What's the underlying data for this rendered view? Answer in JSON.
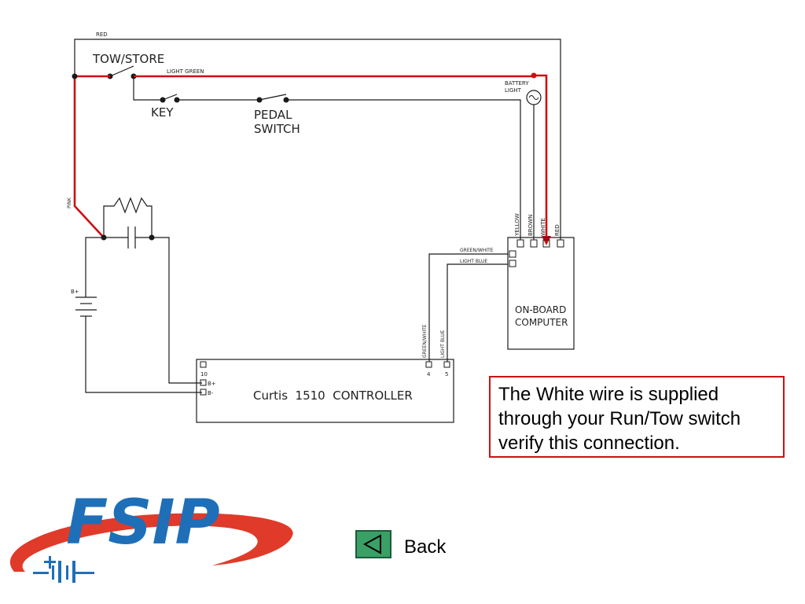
{
  "diagram": {
    "wire_labels": {
      "red_top": "RED",
      "light_green": "LIGHT GREEN",
      "pink": "PINK",
      "green_white_h": "GREEN/WHITE",
      "light_blue_h": "LIGHT BLUE",
      "green_white_v": "GREEN/WHITE",
      "light_blue_v": "LIGHT BLUE",
      "yellow": "YELLOW",
      "brown": "BROWN",
      "white": "WHITE",
      "red": "RED"
    },
    "components": {
      "tow_store": "TOW/STORE",
      "key": "KEY",
      "pedal_line1": "PEDAL",
      "pedal_line2": "SWITCH",
      "battery_light_line1": "BATTERY",
      "battery_light_line2": "LIGHT",
      "battery_plus": "B+",
      "obc_line1": "ON-BOARD",
      "obc_line2": "COMPUTER",
      "controller": "Curtis  1510  CONTROLLER",
      "pin_10": "10",
      "pin_bplus": "B+",
      "pin_bminus": "B-",
      "pin_4": "4",
      "pin_5": "5"
    }
  },
  "note": {
    "text": "The White wire is supplied through your Run/Tow switch verify this connection."
  },
  "navigation": {
    "back_label": "Back"
  },
  "logo": {
    "text": "FSIP"
  },
  "colors": {
    "highlight_wire": "#cc1111",
    "note_border": "#cc1111",
    "back_button": "#3aa066",
    "logo_blue": "#1e6fb8",
    "logo_red": "#e03a2a"
  }
}
